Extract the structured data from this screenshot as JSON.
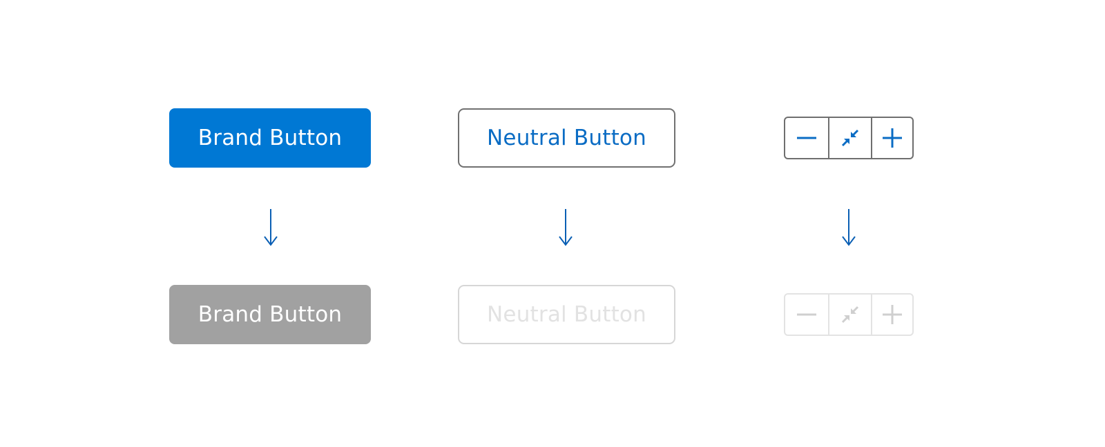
{
  "states": {
    "enabled": {
      "brand_button_label": "Brand Button",
      "neutral_button_label": "Neutral Button"
    },
    "disabled": {
      "brand_button_label": "Brand Button",
      "neutral_button_label": "Neutral Button"
    }
  },
  "zoom_group": {
    "items": [
      {
        "icon": "minus-icon"
      },
      {
        "icon": "collapse-arrows-icon"
      },
      {
        "icon": "plus-icon"
      }
    ]
  },
  "transition_arrow_icon": "arrow-down-icon",
  "colors": {
    "brand": "#0078d4",
    "brand_disabled": "#a1a1a1",
    "neutral_border": "#707070",
    "neutral_text": "#0a6cc4",
    "disabled_border": "#d6d6d6",
    "disabled_text": "#e2e2e2",
    "arrow": "#0a5fb4"
  }
}
